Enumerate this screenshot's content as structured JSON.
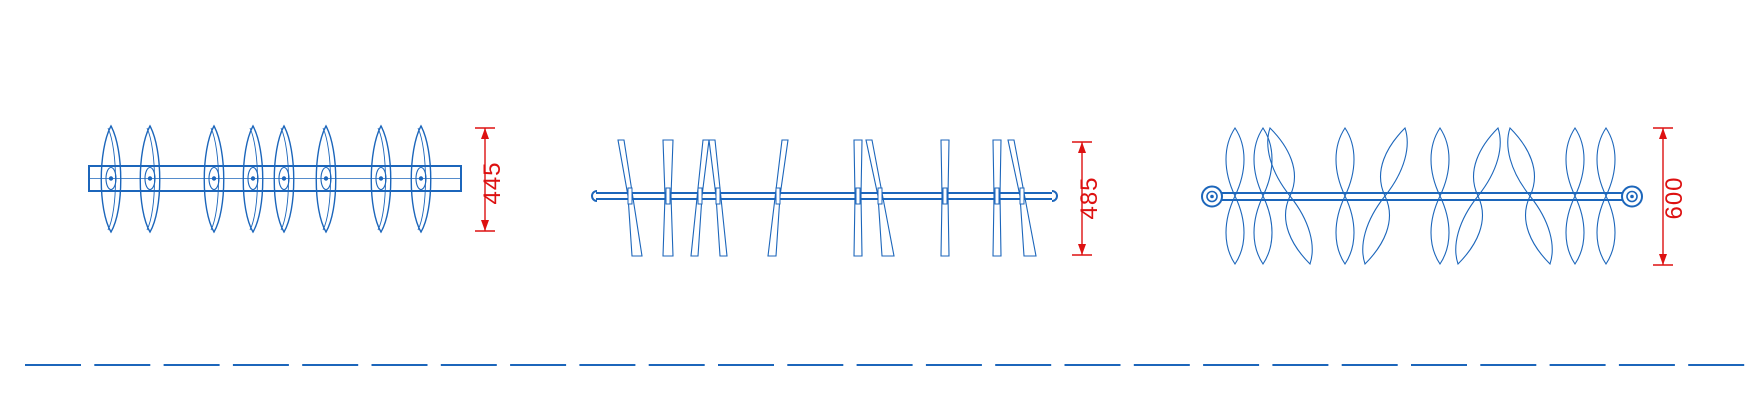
{
  "colors": {
    "drawing": "#1c66bb",
    "dimension": "#dd1111",
    "background": "#ffffff"
  },
  "views": [
    {
      "id": "disc-shaft",
      "dimension_label": "445"
    },
    {
      "id": "blade-shaft",
      "dimension_label": "485"
    },
    {
      "id": "leaf-shaft",
      "dimension_label": "600"
    }
  ]
}
